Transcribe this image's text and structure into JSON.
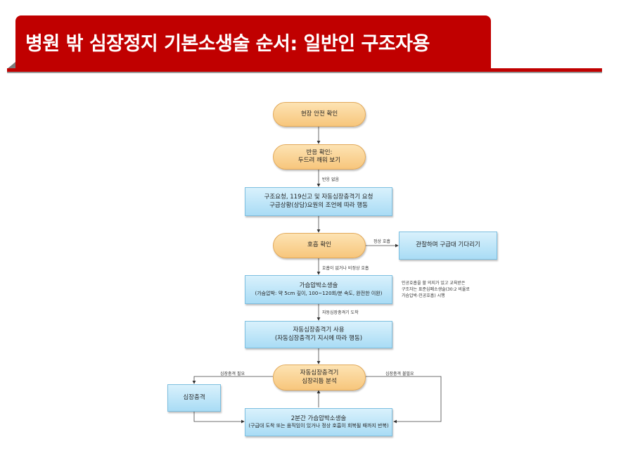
{
  "header": {
    "title": "병원 밖 심장정지 기본소생술 순서: 일반인 구조자용"
  },
  "flowchart": {
    "steps": {
      "scene_safety": {
        "text": "현장 안전 확인"
      },
      "check_response": {
        "line1": "반응 확인:",
        "line2": "두드려 깨워 보기"
      },
      "call_help": {
        "line1": "구조요청, 119신고 및 자동심장충격기 요청",
        "line2": "구급상황(상담)요원의 조언에 따라 행동"
      },
      "check_breathing": {
        "text": "호흡 확인"
      },
      "wait_ems": {
        "text": "관찰하며 구급대 기다리기"
      },
      "cpr": {
        "line1": "가슴압박소생술",
        "line2": "(가슴압박: 약 5cm 깊이, 100~120회/분 속도, 완전한 이완)"
      },
      "use_aed": {
        "line1": "자동심장충격기 사용",
        "line2": "(자동심장충격기 지시에 따라 행동)"
      },
      "analyze_rhythm": {
        "line1": "자동심장충격기",
        "line2": "심장리듬 분석"
      },
      "shock": {
        "text": "심장충격"
      },
      "cpr_2min": {
        "line1": "2분간 가슴압박소생술",
        "line2": "(구급대 도착 또는 움직임이 있거나 정상 호흡이 회복될 때까지 반복)"
      }
    },
    "edge_labels": {
      "no_response": "반응 없음",
      "normal_breathing": "정상 호흡",
      "abnormal_breathing": "호흡이 없거나 비정상 호흡",
      "aed_arrives": "자동심장충격기 도착",
      "shock_needed": "심장충격 필요",
      "shock_not_needed": "심장충격 불필요"
    },
    "side_note": {
      "line1": "인공호흡을 할 의지가 있고 교육받은",
      "line2": "구조자는 표준심폐소생술(30:2 비율로",
      "line3": "가슴압박-인공호흡) 시행"
    }
  }
}
